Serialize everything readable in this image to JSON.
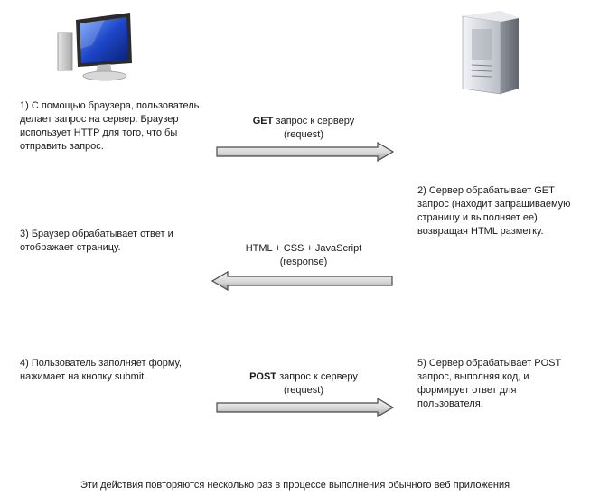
{
  "icons": {
    "client": "monitor-icon",
    "server": "server-tower-icon"
  },
  "steps": {
    "s1": {
      "text": "1) С помощью браузера, пользователь делает запрос на сервер. Браузер использует HTTP для того, что бы отправить запрос."
    },
    "s2": {
      "text": "2) Сервер обрабатывает GET запрос (находит запрашиваемую страницу и выполняет ее) возвращая HTML разметку."
    },
    "s3": {
      "text": "3) Браузер обрабатывает ответ и отображает страницу."
    },
    "s4": {
      "text": "4) Пользователь заполняет форму, нажимает на кнопку submit."
    },
    "s5": {
      "text": "5) Сервер обрабатывает POST запрос, выполняя код, и формирует ответ для пользователя."
    }
  },
  "arrows": {
    "a1": {
      "method": "GET",
      "rest": "запрос к серверу",
      "sub": "(request)",
      "direction": "right"
    },
    "a2": {
      "line1": "HTML + CSS + JavaScript",
      "sub": "(response)",
      "direction": "left"
    },
    "a3": {
      "method": "POST",
      "rest": "запрос к серверу",
      "sub": "(request)",
      "direction": "right"
    }
  },
  "footer": "Эти действия повторяются несколько раз в процессе выполнения обычного веб приложения",
  "colors": {
    "arrow_fill_light": "#f4f4f4",
    "arrow_fill_dark": "#9a9a9a",
    "arrow_stroke": "#4a4a4a",
    "screen_blue": "#1e46c8",
    "server_gray": "#c9cdd4"
  }
}
